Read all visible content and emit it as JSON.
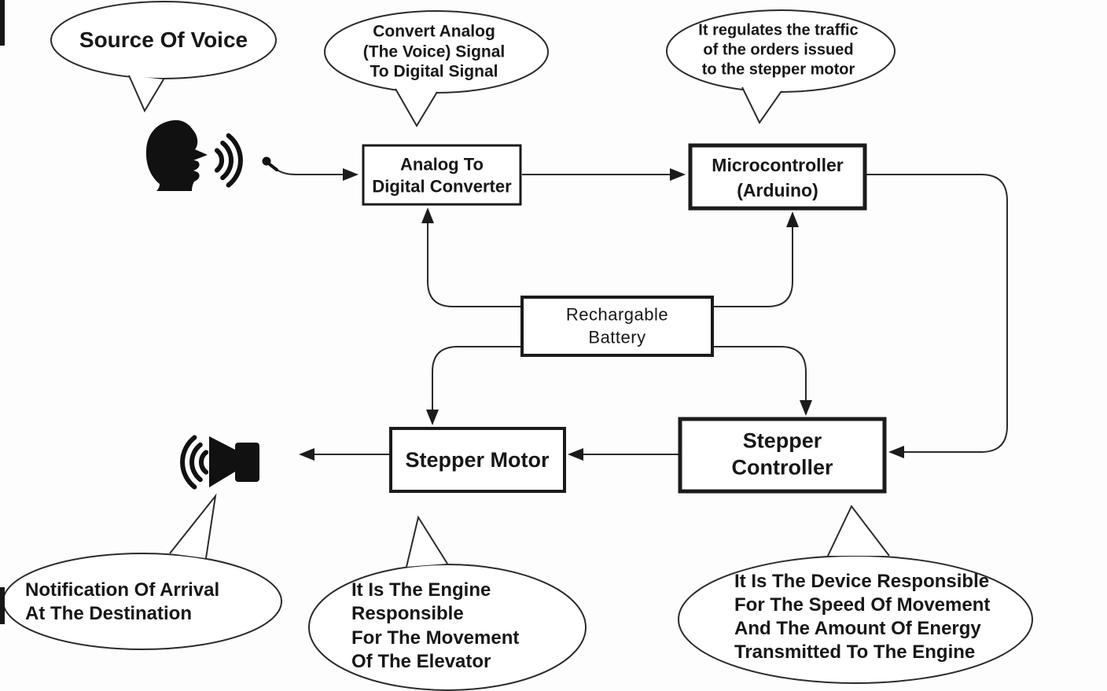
{
  "bubbles": {
    "source_of_voice": "Source Of Voice",
    "convert_analog": "Convert Analog\n(The Voice) Signal\nTo Digital Signal",
    "regulates_traffic": "It regulates the traffic\nof the orders issued\nto the stepper motor",
    "notification": "Notification Of Arrival\nAt The Destination",
    "engine": "It Is The Engine\nResponsible\nFor The Movement\nOf The Elevator",
    "device": "It Is The Device Responsible\nFor The Speed Of Movement\nAnd The Amount Of Energy\nTransmitted To The Engine"
  },
  "blocks": {
    "adc": "Analog To\nDigital Converter",
    "microcontroller": "Microcontroller\n(Arduino)",
    "battery": "Rechargable\nBattery",
    "stepper_motor": "Stepper Motor",
    "stepper_controller": "Stepper\nController"
  },
  "icons": {
    "person": "person-speaking-icon",
    "voice_waves": "voice-sound-waves-icon",
    "microphone": "microphone-icon",
    "speaker": "speaker-icon",
    "speaker_waves": "speaker-sound-waves-icon"
  },
  "colors": {
    "ink": "#1b1b1b",
    "line": "#2b2b2b",
    "shape_fill": "#ffffff",
    "background": "#fdfdfd"
  }
}
